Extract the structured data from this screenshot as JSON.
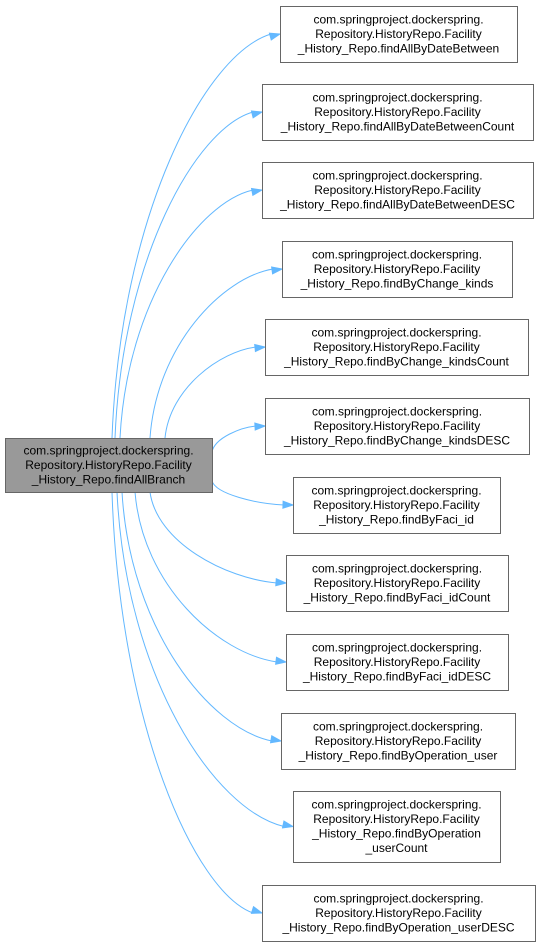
{
  "graph": {
    "colors": {
      "edge": "#63b8ff",
      "root_fill": "#999999",
      "node_fill": "#ffffff",
      "node_border": "#666666"
    },
    "root": {
      "lines": [
        "com.springproject.dockerspring.",
        "Repository.HistoryRepo.Facility",
        "_History_Repo.findAllBranch"
      ]
    },
    "targets": [
      {
        "lines": [
          "com.springproject.dockerspring.",
          "Repository.HistoryRepo.Facility",
          "_History_Repo.findAllByDateBetween"
        ]
      },
      {
        "lines": [
          "com.springproject.dockerspring.",
          "Repository.HistoryRepo.Facility",
          "_History_Repo.findAllByDateBetweenCount"
        ]
      },
      {
        "lines": [
          "com.springproject.dockerspring.",
          "Repository.HistoryRepo.Facility",
          "_History_Repo.findAllByDateBetweenDESC"
        ]
      },
      {
        "lines": [
          "com.springproject.dockerspring.",
          "Repository.HistoryRepo.Facility",
          "_History_Repo.findByChange_kinds"
        ]
      },
      {
        "lines": [
          "com.springproject.dockerspring.",
          "Repository.HistoryRepo.Facility",
          "_History_Repo.findByChange_kindsCount"
        ]
      },
      {
        "lines": [
          "com.springproject.dockerspring.",
          "Repository.HistoryRepo.Facility",
          "_History_Repo.findByChange_kindsDESC"
        ]
      },
      {
        "lines": [
          "com.springproject.dockerspring.",
          "Repository.HistoryRepo.Facility",
          "_History_Repo.findByFaci_id"
        ]
      },
      {
        "lines": [
          "com.springproject.dockerspring.",
          "Repository.HistoryRepo.Facility",
          "_History_Repo.findByFaci_idCount"
        ]
      },
      {
        "lines": [
          "com.springproject.dockerspring.",
          "Repository.HistoryRepo.Facility",
          "_History_Repo.findByFaci_idDESC"
        ]
      },
      {
        "lines": [
          "com.springproject.dockerspring.",
          "Repository.HistoryRepo.Facility",
          "_History_Repo.findByOperation_user"
        ]
      },
      {
        "lines": [
          "com.springproject.dockerspring.",
          "Repository.HistoryRepo.Facility",
          "_History_Repo.findByOperation",
          "_userCount"
        ]
      },
      {
        "lines": [
          "com.springproject.dockerspring.",
          "Repository.HistoryRepo.Facility",
          "_History_Repo.findByOperation_userDESC"
        ]
      }
    ]
  }
}
